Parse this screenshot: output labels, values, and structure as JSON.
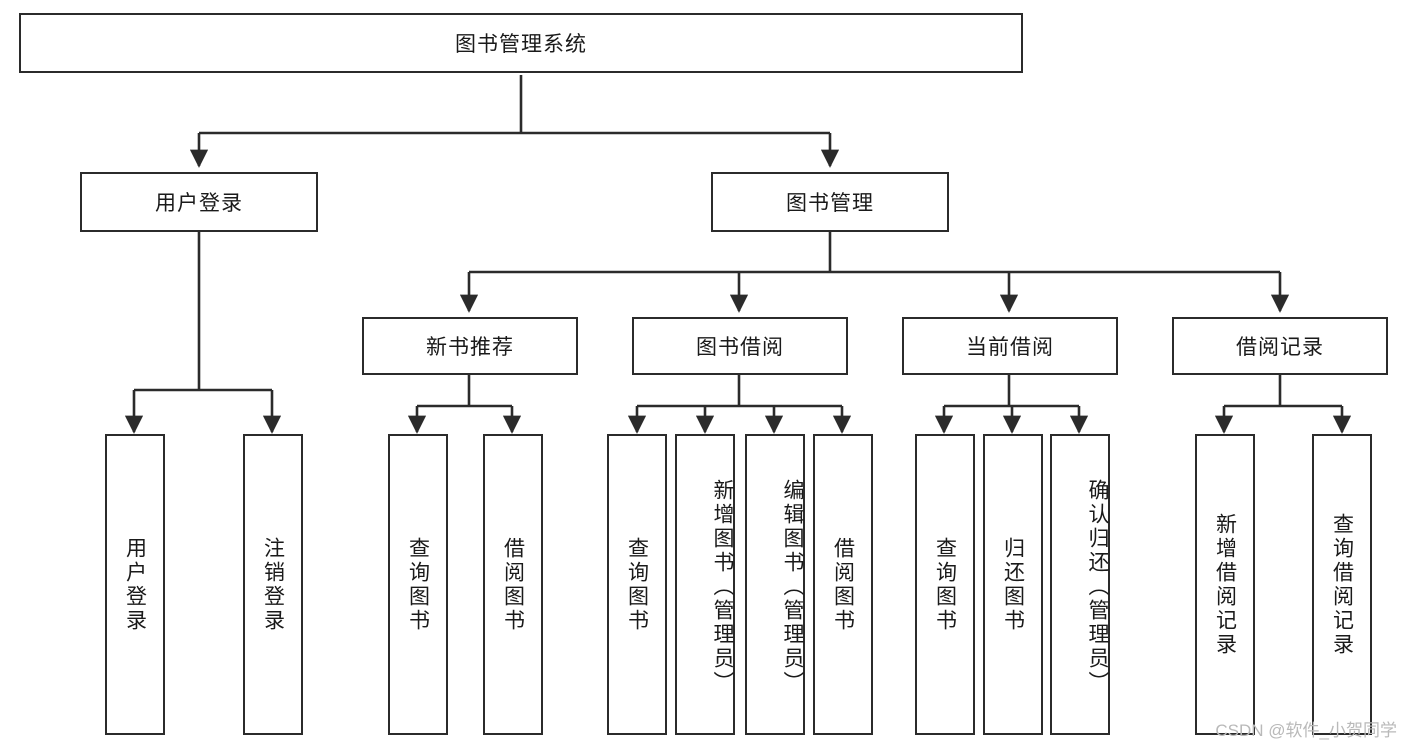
{
  "diagram": {
    "type": "tree",
    "title": "图书管理系统",
    "orientation": "top-down",
    "colors": {
      "box_border": "#2b2b2b",
      "box_fill": "#ffffff",
      "edge": "#2b2b2b",
      "text": "#1a1a1a",
      "watermark": "#b9b9b9",
      "background": "#ffffff"
    },
    "root": {
      "label": "图书管理系统"
    },
    "level2": [
      {
        "label": "用户登录"
      },
      {
        "label": "图书管理"
      }
    ],
    "level3": [
      {
        "label": "新书推荐"
      },
      {
        "label": "图书借阅"
      },
      {
        "label": "当前借阅"
      },
      {
        "label": "借阅记录"
      }
    ],
    "leaves": {
      "user_login": [
        {
          "label": "用户登录"
        },
        {
          "label": "注销登录"
        }
      ],
      "new_book_recommend": [
        {
          "label": "查询图书"
        },
        {
          "label": "借阅图书"
        }
      ],
      "book_borrow": [
        {
          "label": "查询图书"
        },
        {
          "label": "新增图书（管理员）"
        },
        {
          "label": "编辑图书（管理员）"
        },
        {
          "label": "借阅图书"
        }
      ],
      "current_borrow": [
        {
          "label": "查询图书"
        },
        {
          "label": "归还图书"
        },
        {
          "label": "确认归还（管理员）"
        }
      ],
      "borrow_record": [
        {
          "label": "新增借阅记录"
        },
        {
          "label": "查询借阅记录"
        }
      ]
    }
  },
  "watermark": {
    "text": "CSDN @软件_小贺同学"
  }
}
